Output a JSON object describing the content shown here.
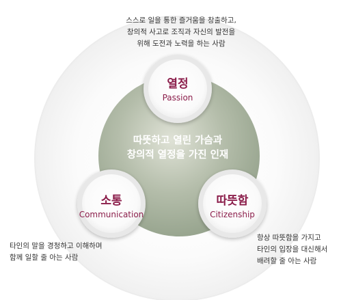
{
  "core": {
    "line1": "따뜻하고 열린 가슴과",
    "line2": "창의적 열정을 가진 인재"
  },
  "values": [
    {
      "id": "passion",
      "ko": "열정",
      "en": "Passion",
      "desc": [
        "스스로 일을 통한 즐거움을 창출하고,",
        "창의적 사고로 조직과 자신의 발전을",
        "위해 도전과 노력을 하는 사람"
      ]
    },
    {
      "id": "communication",
      "ko": "소통",
      "en": "Communication",
      "desc": [
        "타인의 말을 경청하고 이해하며",
        "함께 일할 줄 아는 사람"
      ]
    },
    {
      "id": "citizenship",
      "ko": "따뜻함",
      "en": "Citizenship",
      "desc": [
        "항상 따뜻함을 가지고",
        "타인의 입장을 대신해서",
        "배려할 줄 아는 사람"
      ]
    }
  ],
  "colors": {
    "accent": "#8b1d4a",
    "core_fill": "#b4bdaa",
    "ring": "#e6e6e6",
    "text": "#333333"
  }
}
